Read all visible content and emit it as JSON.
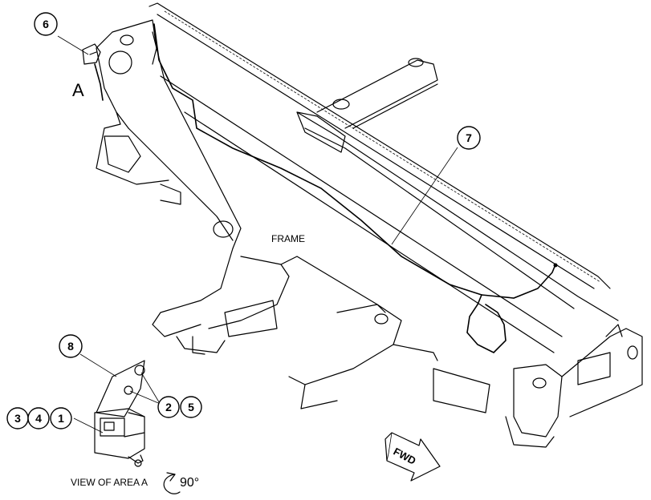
{
  "callouts": {
    "c6": "6",
    "c7": "7",
    "c8": "8",
    "c2": "2",
    "c5": "5",
    "c3": "3",
    "c4": "4",
    "c1": "1"
  },
  "labels": {
    "frame": "FRAME",
    "area_marker": "A",
    "view_caption": "VIEW OF AREA A",
    "rotation": "90°",
    "fwd": "FWD"
  },
  "icons": {
    "rotation": "rotate-arrow-icon",
    "direction": "forward-arrow-icon"
  }
}
